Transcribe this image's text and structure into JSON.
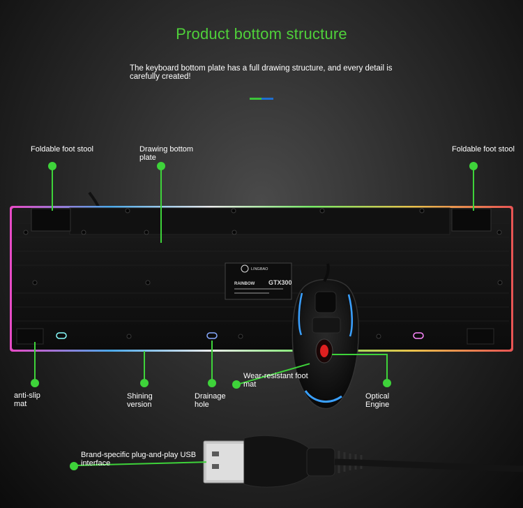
{
  "header": {
    "title": "Product bottom structure",
    "subtitle": "The keyboard bottom plate has a full drawing structure, and every detail is carefully created!"
  },
  "colors": {
    "accent_green": "#3ed33a",
    "accent_blue": "#1f6fd1"
  },
  "keyboard": {
    "brand": "LINGBAO",
    "model": "GTX300",
    "series": "RAINBOW"
  },
  "callouts": [
    {
      "id": "foldable-foot-stool-left",
      "text": "Foldable foot stool"
    },
    {
      "id": "drawing-bottom-plate",
      "text": "Drawing bottom plate"
    },
    {
      "id": "foldable-foot-stool-right",
      "text": "Foldable foot stool"
    },
    {
      "id": "anti-slip-mat",
      "text": "anti-slip mat"
    },
    {
      "id": "shining-version",
      "text": "Shining version"
    },
    {
      "id": "drainage-hole",
      "text": "Drainage hole"
    },
    {
      "id": "wear-resistant-foot-mat",
      "text": "Wear-resistant foot mat"
    },
    {
      "id": "optical-engine",
      "text": "Optical Engine"
    },
    {
      "id": "usb-interface",
      "text": "Brand-specific plug-and-play USB interface"
    }
  ]
}
